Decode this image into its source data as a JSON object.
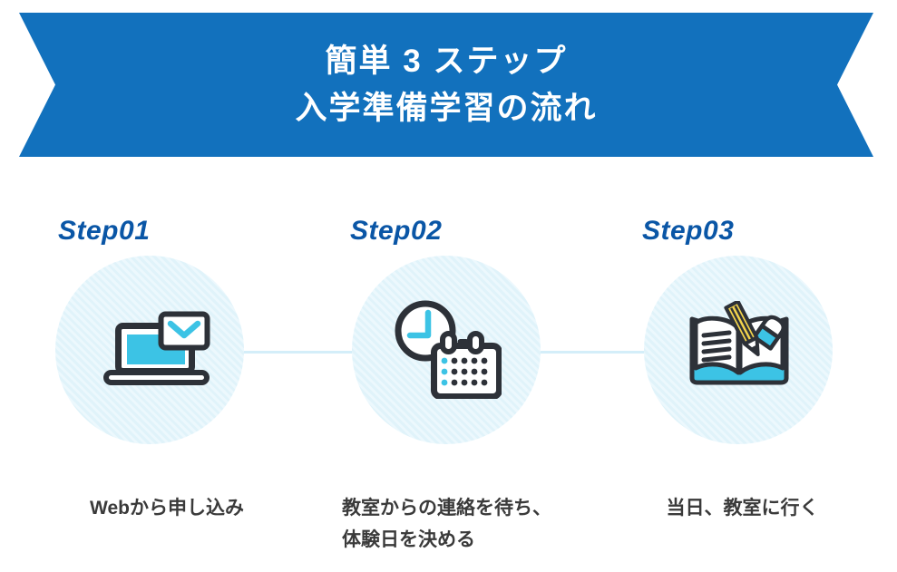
{
  "banner": {
    "line1": "簡単 3 ステップ",
    "line2": "入学準備学習の流れ"
  },
  "steps": [
    {
      "label": "Step01",
      "icon": "laptop-email-icon",
      "caption_lines": [
        "Webから申し込み"
      ]
    },
    {
      "label": "Step02",
      "icon": "clock-calendar-icon",
      "caption_lines": [
        "教室からの連絡を待ち、",
        "体験日を決める"
      ]
    },
    {
      "label": "Step03",
      "icon": "open-book-pencil-icon",
      "caption_lines": [
        "当日、教室に行く"
      ]
    }
  ],
  "colors": {
    "ribbon_blue": "#1271bd",
    "step_label_blue": "#0a56a6",
    "icon_cyan": "#3cc3e5",
    "icon_outline": "#2d3138",
    "circle_fill": "#e0f3fa",
    "circle_stripe": "#ecf8fd",
    "connector_blue": "#d4eef9",
    "caption_gray": "#3a3a3a",
    "pencil_yellow": "#f2d34c"
  }
}
